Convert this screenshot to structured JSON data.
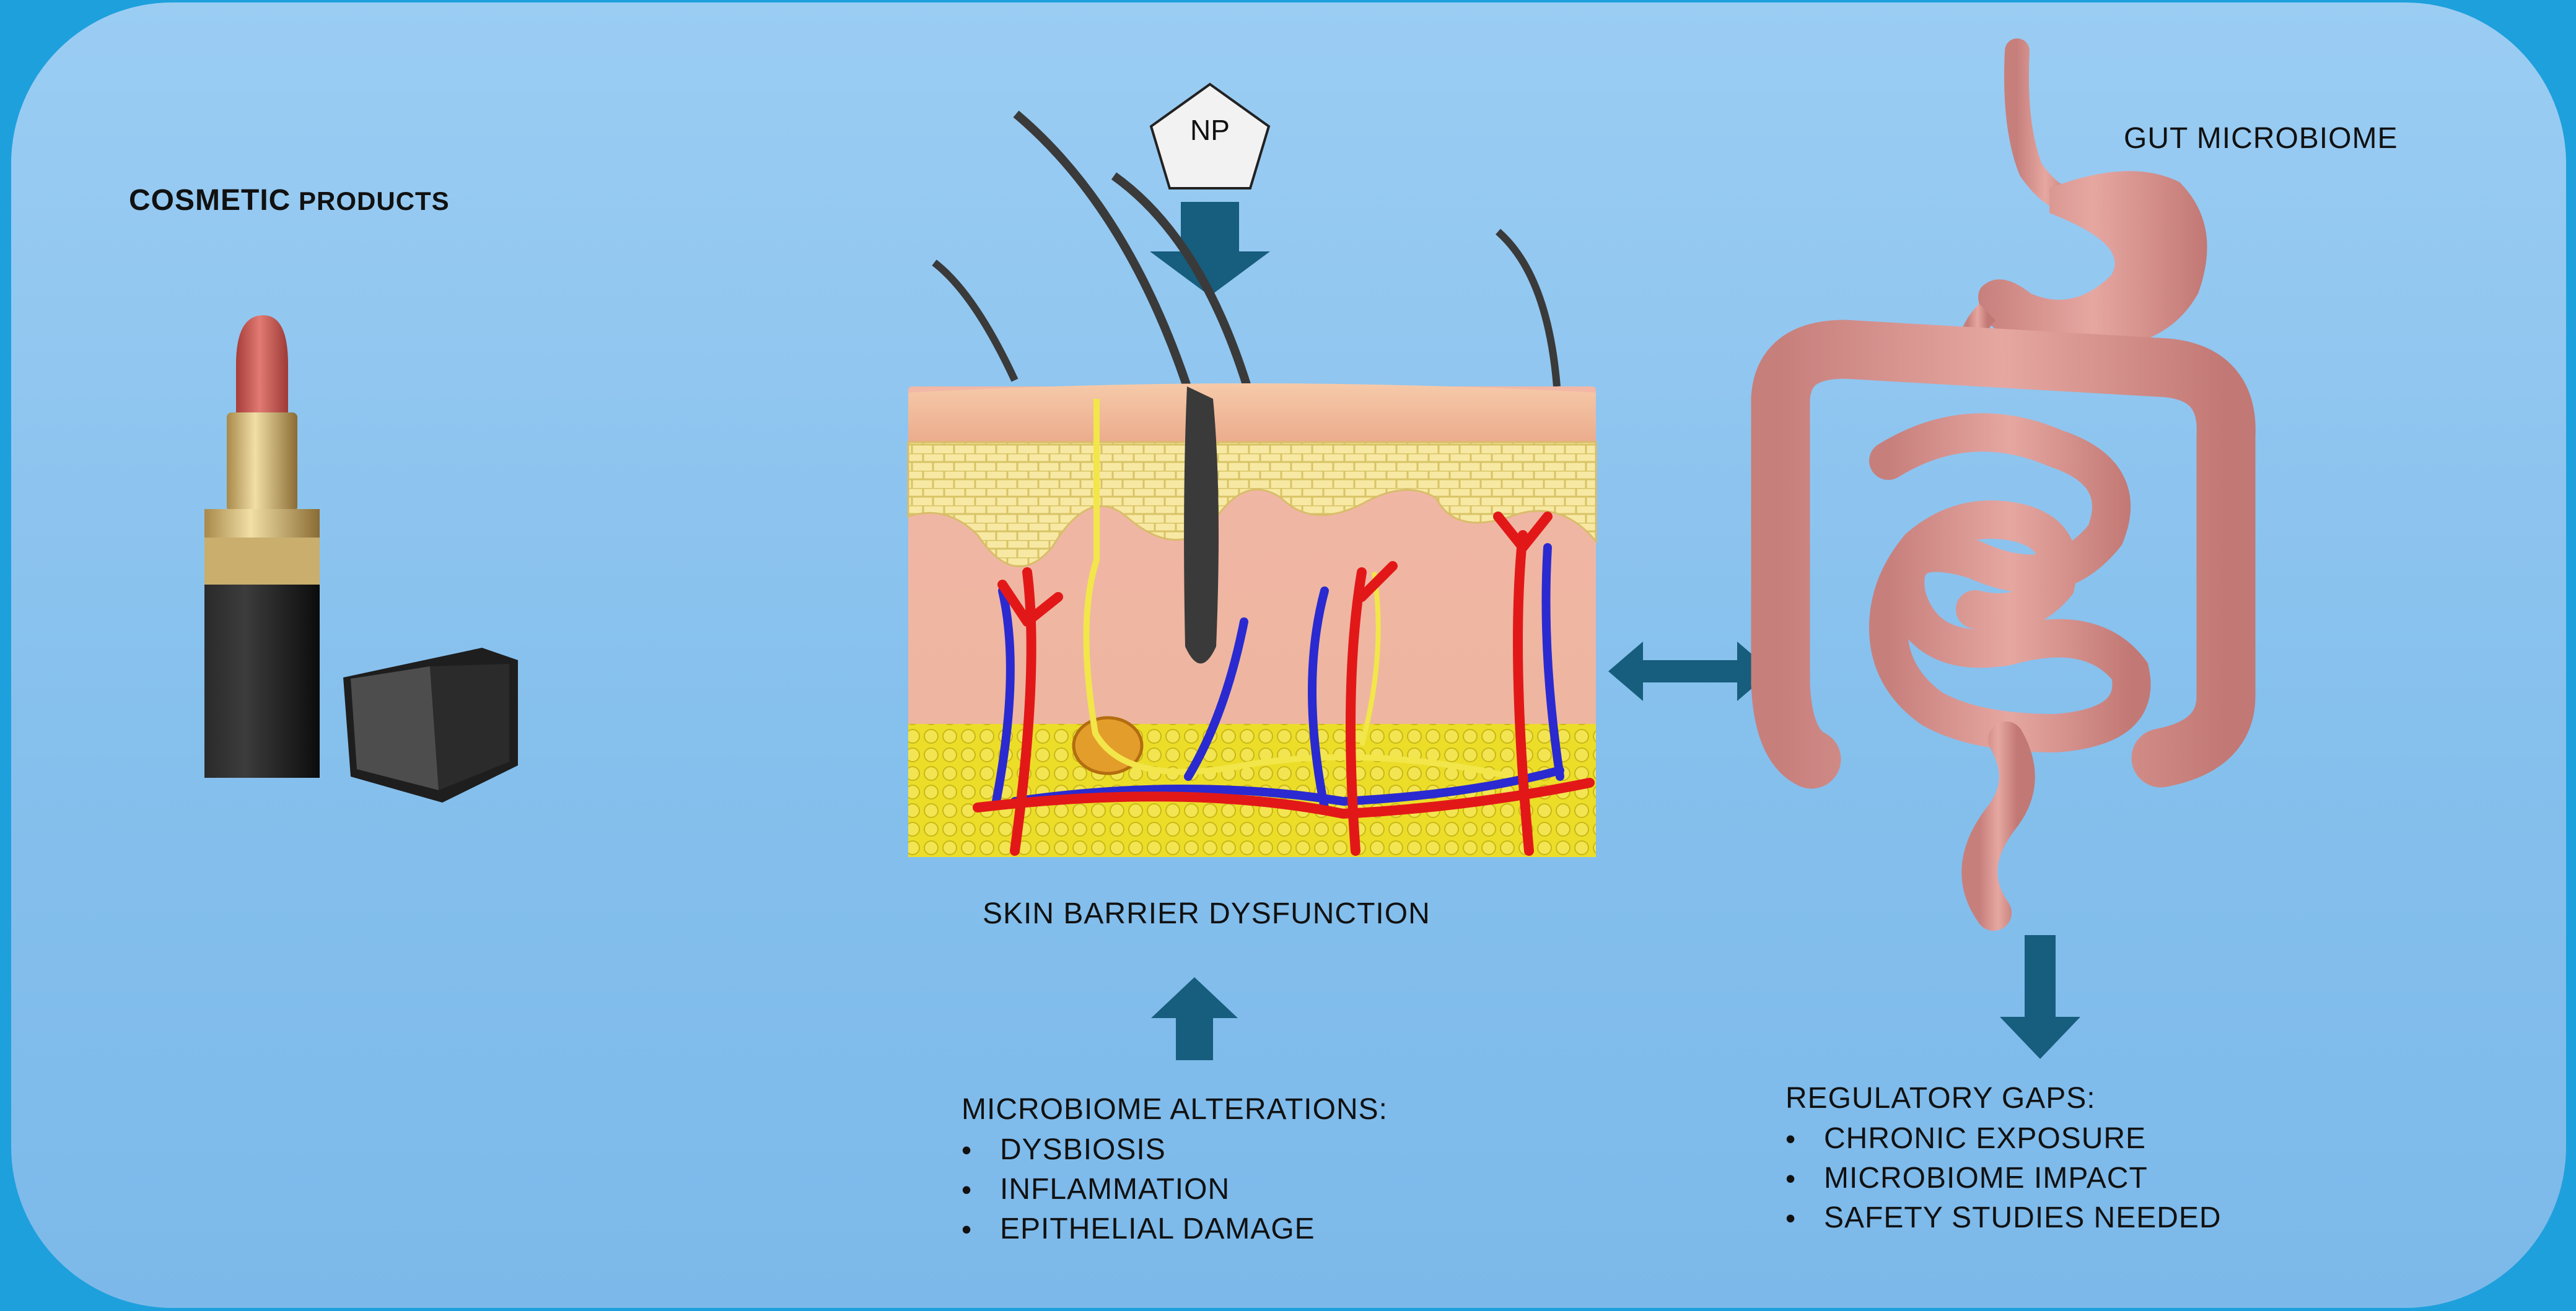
{
  "labels": {
    "cosmetic_strong": "COSMETIC",
    "cosmetic_rest": " PRODUCTS",
    "np": "NP",
    "gut": "GUT MICROBIOME",
    "skin": "SKIN BARRIER DYSFUNCTION"
  },
  "microbiome": {
    "heading": "MICROBIOME ALTERATIONS:",
    "items": [
      "DYSBIOSIS",
      "INFLAMMATION",
      "EPITHELIAL DAMAGE"
    ]
  },
  "regulatory": {
    "heading": "REGULATORY GAPS:",
    "items": [
      "CHRONIC EXPOSURE",
      "MICROBIOME IMPACT",
      "SAFETY STUDIES NEEDED"
    ]
  },
  "colors": {
    "frame": "#1ea0dc",
    "arrow": "#175d7d",
    "skin_surface": "#efb291",
    "dermis": "#f2b3a3",
    "fat": "#ecdd29",
    "artery": "#e21818",
    "vein": "#2a2ad0",
    "intestine": "#d9958f"
  }
}
